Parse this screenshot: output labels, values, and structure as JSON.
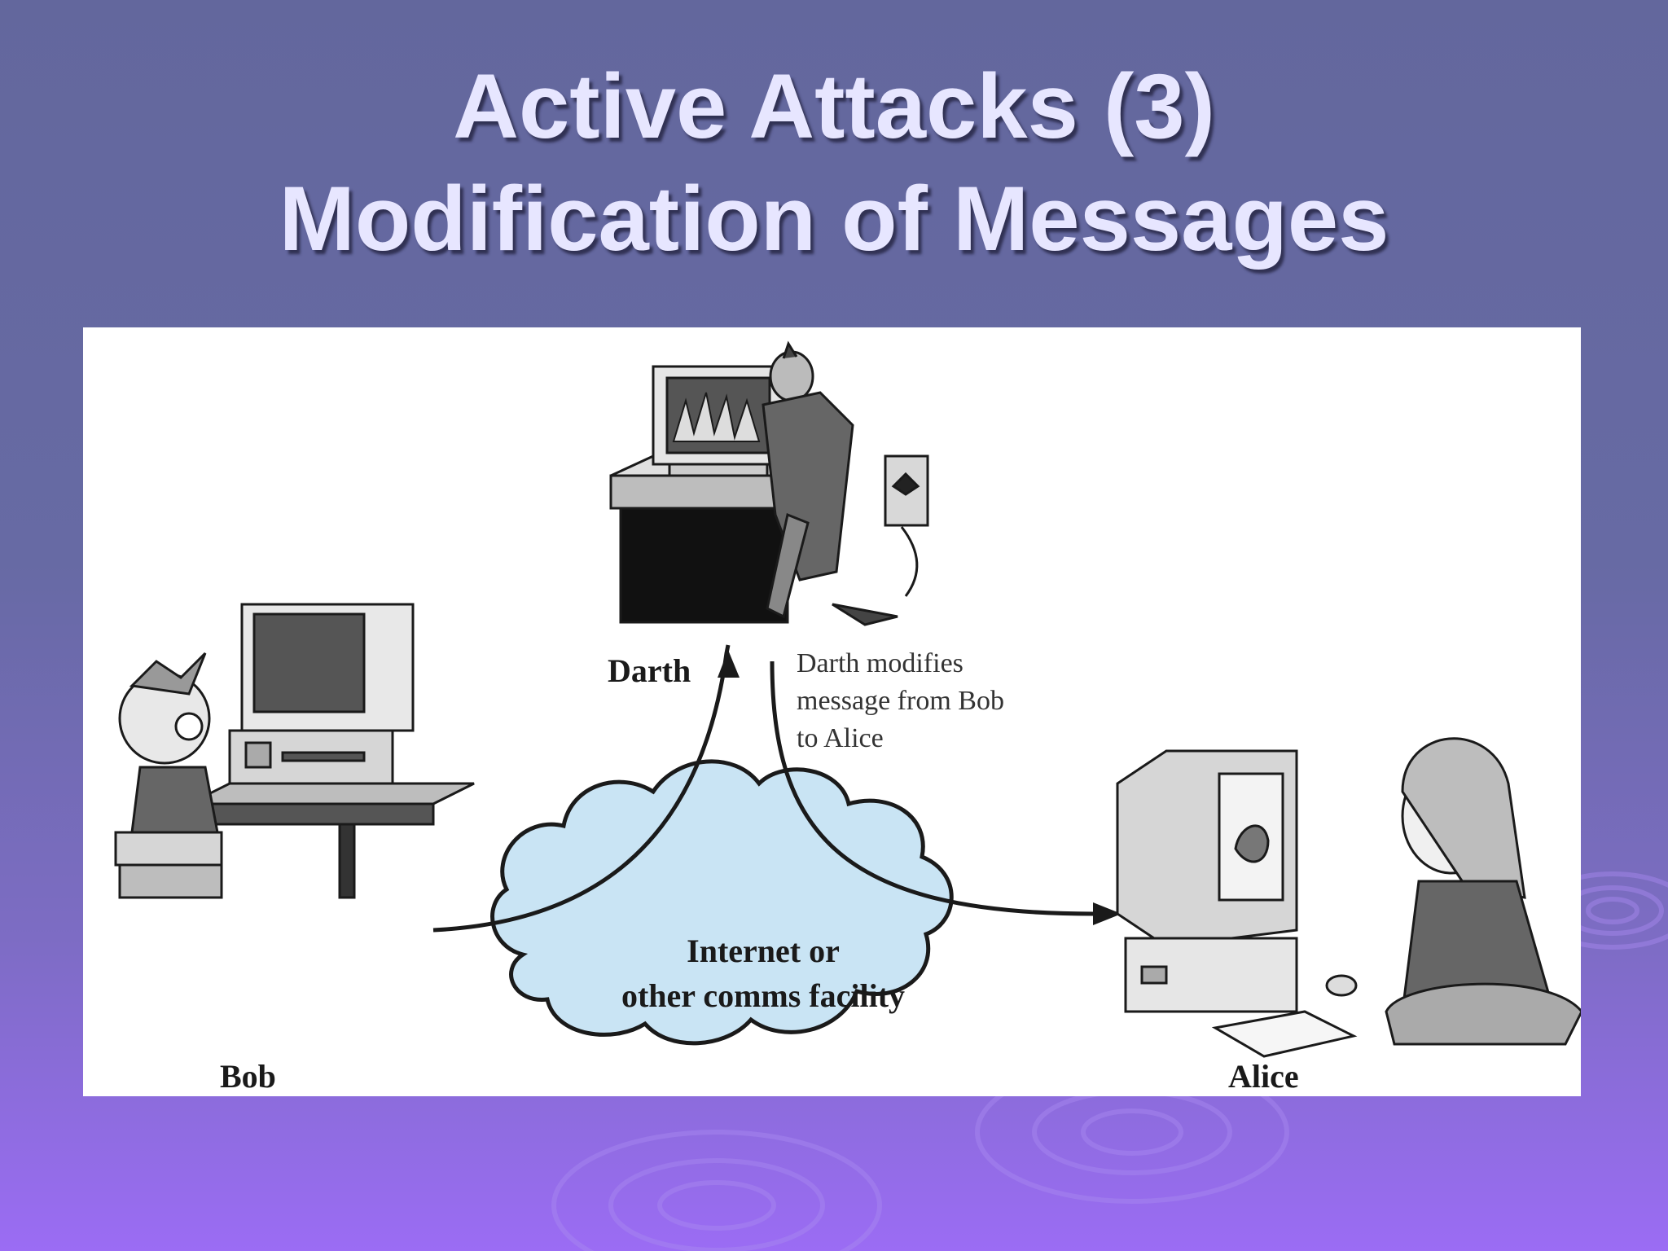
{
  "slide": {
    "title_line1": "Active Attacks (3)",
    "title_line2": "Modification of Messages"
  },
  "diagram": {
    "labels": {
      "darth": "Darth",
      "bob": "Bob",
      "alice": "Alice",
      "note": [
        "Darth modifies",
        "message from Bob",
        "to Alice"
      ],
      "cloud": [
        "Internet or",
        "other comms facility"
      ]
    },
    "colors": {
      "cloud_fill": "#c9e4f4",
      "arrow": "#1a1a1a",
      "panel": "#ffffff"
    }
  }
}
